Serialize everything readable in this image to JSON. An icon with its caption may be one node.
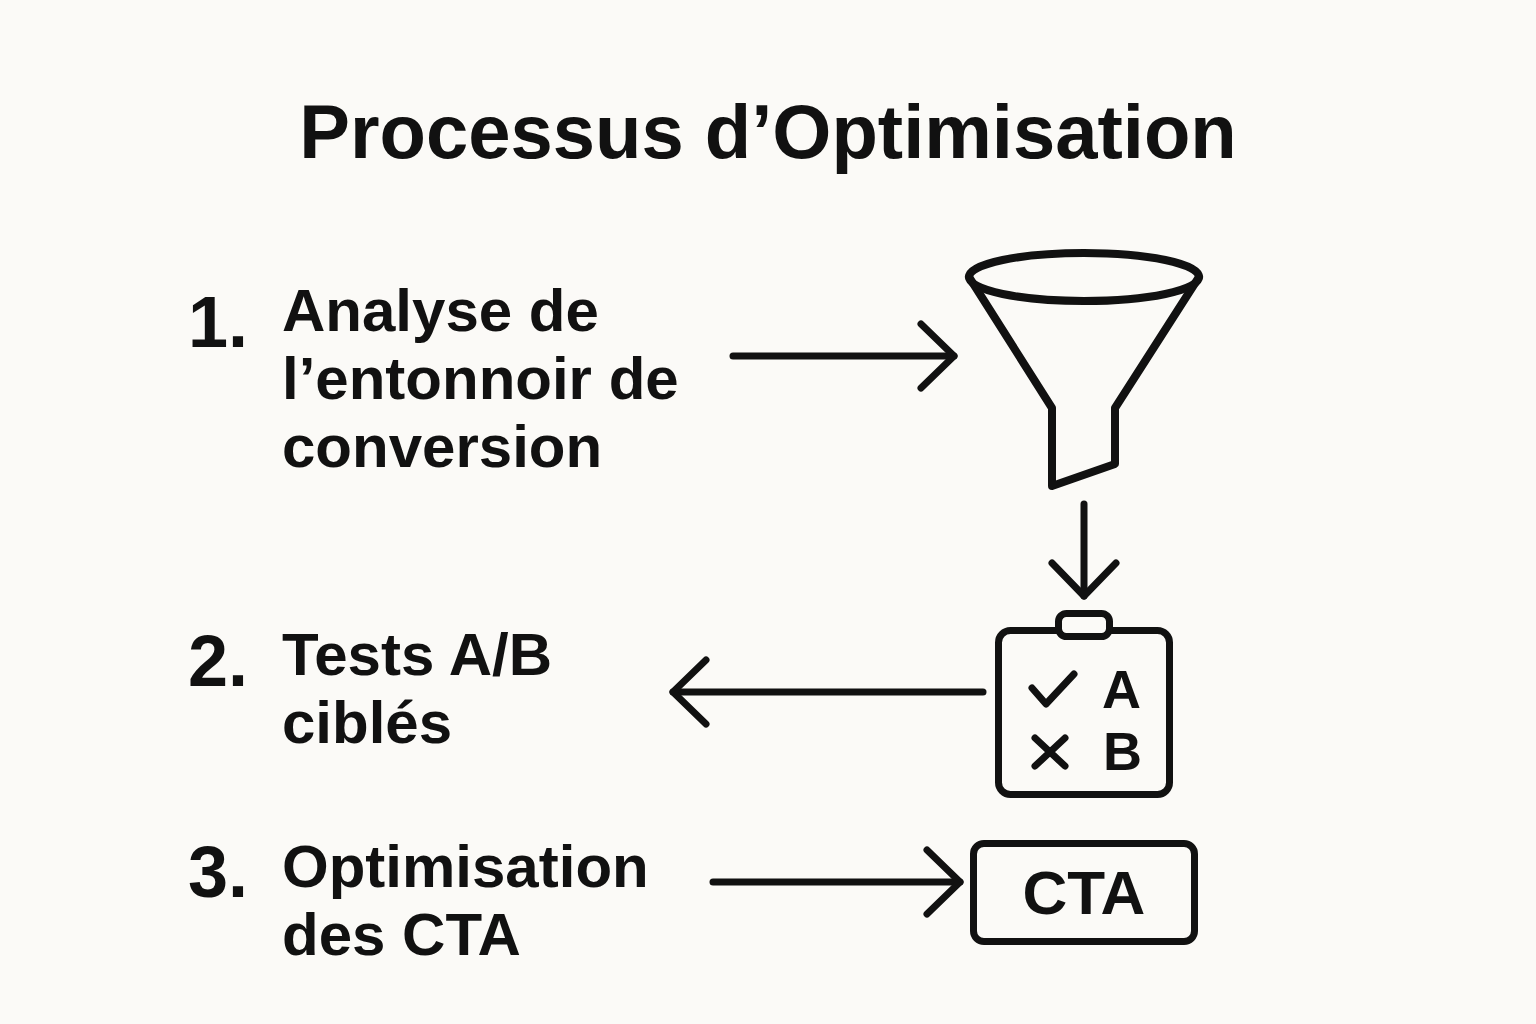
{
  "diagram": {
    "title": "Processus d’Optimisation",
    "nodes": [
      {
        "text": [
          "1.",
          "Analyse de l’entonnoir de conversion"
        ]
      },
      {
        "text": [],
        "shape": "picture"
      },
      {
        "text": [
          "2.",
          "Tests A/B ciblés"
        ]
      },
      {
        "text": [
          "A",
          "B"
        ]
      },
      {
        "text": [
          "3.",
          "Optimisation des CTA"
        ]
      },
      {
        "text": [
          "CTA"
        ]
      }
    ],
    "edges": [
      {
        "from": 0,
        "to": 1,
        "arrow": "to"
      },
      {
        "from": 1,
        "to": 3,
        "arrow": "to"
      },
      {
        "from": 3,
        "to": 2,
        "arrow": "to"
      },
      {
        "from": 4,
        "to": 5,
        "arrow": "to"
      }
    ]
  }
}
